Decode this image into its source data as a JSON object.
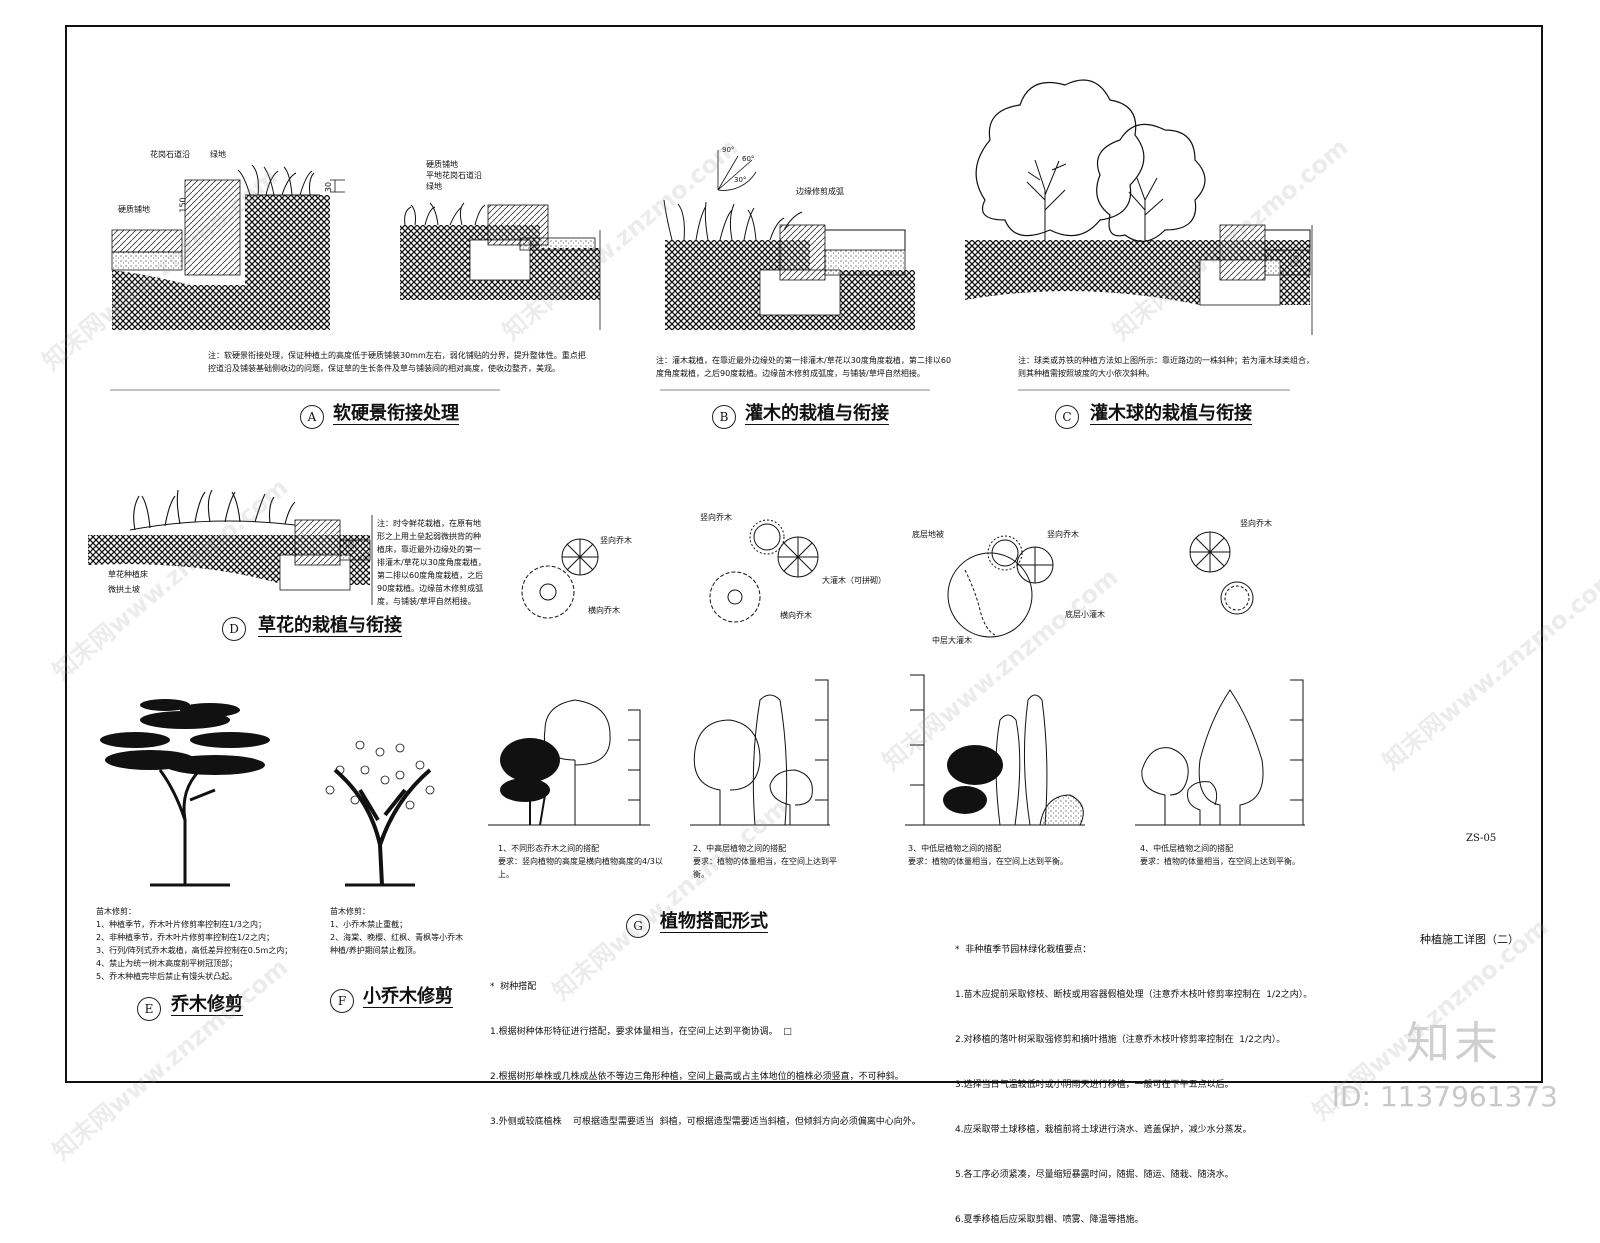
{
  "drawing": {
    "code": "ZS-05",
    "title": "种植施工详图（二）"
  },
  "sections": {
    "A": {
      "letter": "A",
      "caption": "软硬景衔接处理",
      "labels": {
        "l1": "花岗石道沿",
        "l2": "绿地",
        "l3": "硬质铺地",
        "l4": "150",
        "l5": "30"
      },
      "note": "注：软硬景衔接处理，保证种植土的高度低于硬质铺装30mm左右，弱化铺贴的分界，提升整体性。重点把控道沿及铺装基础侧收边的问题，保证草的生长条件及草与铺装间的相对高度，使收边整齐，美观。"
    },
    "B": {
      "letter": "B",
      "caption": "灌木的栽植与衔接",
      "labels": {
        "l1": "边缘修剪成弧",
        "l2": "60°",
        "l3": "30°",
        "l4": "90°"
      },
      "note": "注：灌木栽植，在靠近最外边缘处的第一排灌木/草花以30度角度栽植，第二排以60度角度栽植，之后90度栽植。边缘苗木修剪成弧度，与铺装/草坪自然相接。"
    },
    "C": {
      "letter": "C",
      "caption": "灌木球的栽植与衔接",
      "note": "注：球类或苏铁的种植方法如上图所示：靠近路边的一株斜种；若为灌木球类组合，则其种植需按照坡度的大小依次斜种。"
    },
    "B2": {
      "labels": {
        "l1": "硬质铺地",
        "l2": "平地花岗石道沿",
        "l3": "绿地"
      }
    },
    "D": {
      "letter": "D",
      "caption": "草花的栽植与衔接",
      "labels": {
        "l1": "草花种植床",
        "l2": "微拱土坡"
      },
      "note": "注：时令鲜花栽植，在原有地形之上用土垒起弱微拱背的种植床，靠近最外边缘处的第一排灌木/草花以30度角度栽植，第二排以60度角度栽植，之后90度栽植。边缘苗木修剪成弧度，与铺装/草坪自然相接。"
    },
    "plans": {
      "p1": {
        "a": "竖向乔木",
        "b": "横向乔木"
      },
      "p2": {
        "a": "竖向乔木",
        "b": "大灌木（可拼砌）",
        "c": "横向乔木"
      },
      "p3": {
        "a": "底层地被",
        "b": "竖向乔木",
        "c": "底层小灌木",
        "d": "中层大灌木"
      },
      "p4": {
        "a": "竖向乔木"
      }
    },
    "E": {
      "letter": "E",
      "caption": "乔木修剪",
      "note": "苗木修剪：\n1、种植季节，乔木叶片修剪率控制在1/3之内；\n2、非种植季节，乔木叶片修剪率控制在1/2之内；\n3、行列/阵列式乔木栽植，高低差异控制在0.5m之内；\n4、禁止为统一树木高度削平树冠顶部；\n5、乔木种植完毕后禁止有馒头状凸起。"
    },
    "F": {
      "letter": "F",
      "caption": "小乔木修剪",
      "note": "苗木修剪：\n1、小乔木禁止重截；\n2、海棠、晚樱、红枫、青枫等小乔木种植/养护期间禁止截顶。"
    },
    "G": {
      "letter": "G",
      "caption": "植物搭配形式",
      "items": [
        {
          "t": "1、不同形态乔木之间的搭配",
          "r": "要求：竖向植物的高度是横向植物高度的4/3以上。"
        },
        {
          "t": "2、中高层植物之间的搭配",
          "r": "要求：植物的体量相当，在空间上达到平衡。"
        },
        {
          "t": "3、中低层植物之间的搭配",
          "r": "要求：植物的体量相当，在空间上达到平衡。"
        },
        {
          "t": "4、中低层植物之间的搭配",
          "r": "要求：植物的体量相当，在空间上达到平衡。"
        }
      ]
    }
  },
  "notes_left": {
    "title": "*  树种搭配",
    "lines": [
      "1.根据树种体形特征进行搭配，要求体量相当，在空间上达到平衡协调。  □",
      "2.根据树形单株或几株成丛依不等边三角形种植，空间上最高或占主体地位的植株必须竖直，不可种斜。",
      "3.外侧或较底植株    可根据造型需要适当  斜植，可根据造型需要适当斜植，但倾斜方向必须偏离中心向外。"
    ]
  },
  "notes_right": {
    "title": "*  非种植季节园林绿化栽植要点：",
    "lines": [
      "1.苗木应提前采取修枝、断枝或用容器假植处理（注意乔木枝叶修剪率控制在  1/2之内）。",
      "2.对移植的落叶树采取强修剪和摘叶措施（注意乔木枝叶修剪率控制在  1/2之内）。",
      "3.选择当日气温较低时或小阴雨天进行移植，一般可在下午五点以后。",
      "4.应采取带土球移植，栽植前将土球进行浇水、遮盖保护，减少水分蒸发。",
      "5.各工序必须紧凑，尽量缩短暴露时间，随掘、随运、随栽、随浇水。",
      "6.夏季移植后应采取剪棚、喷雾、降温等措施。"
    ]
  },
  "watermark": {
    "brand": "知末",
    "id": "ID: 1137961373",
    "site": "知末网www.znzmo.com"
  }
}
